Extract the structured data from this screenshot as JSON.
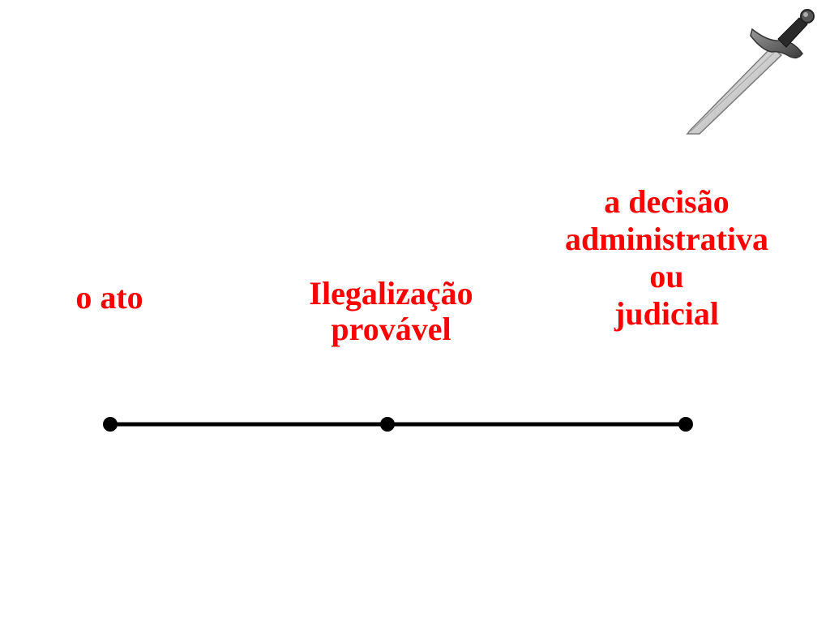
{
  "colors": {
    "text": "#ff0000",
    "timeline": "#000000",
    "background": "#ffffff"
  },
  "labels": {
    "start": "o ato",
    "middle": [
      "Ilegalização",
      "provável"
    ],
    "end": [
      "a decisão",
      "administrativa",
      "ou",
      "judicial"
    ]
  },
  "icons": {
    "decoration": "sword-icon"
  },
  "timeline": {
    "points": [
      "start",
      "middle",
      "end"
    ]
  }
}
